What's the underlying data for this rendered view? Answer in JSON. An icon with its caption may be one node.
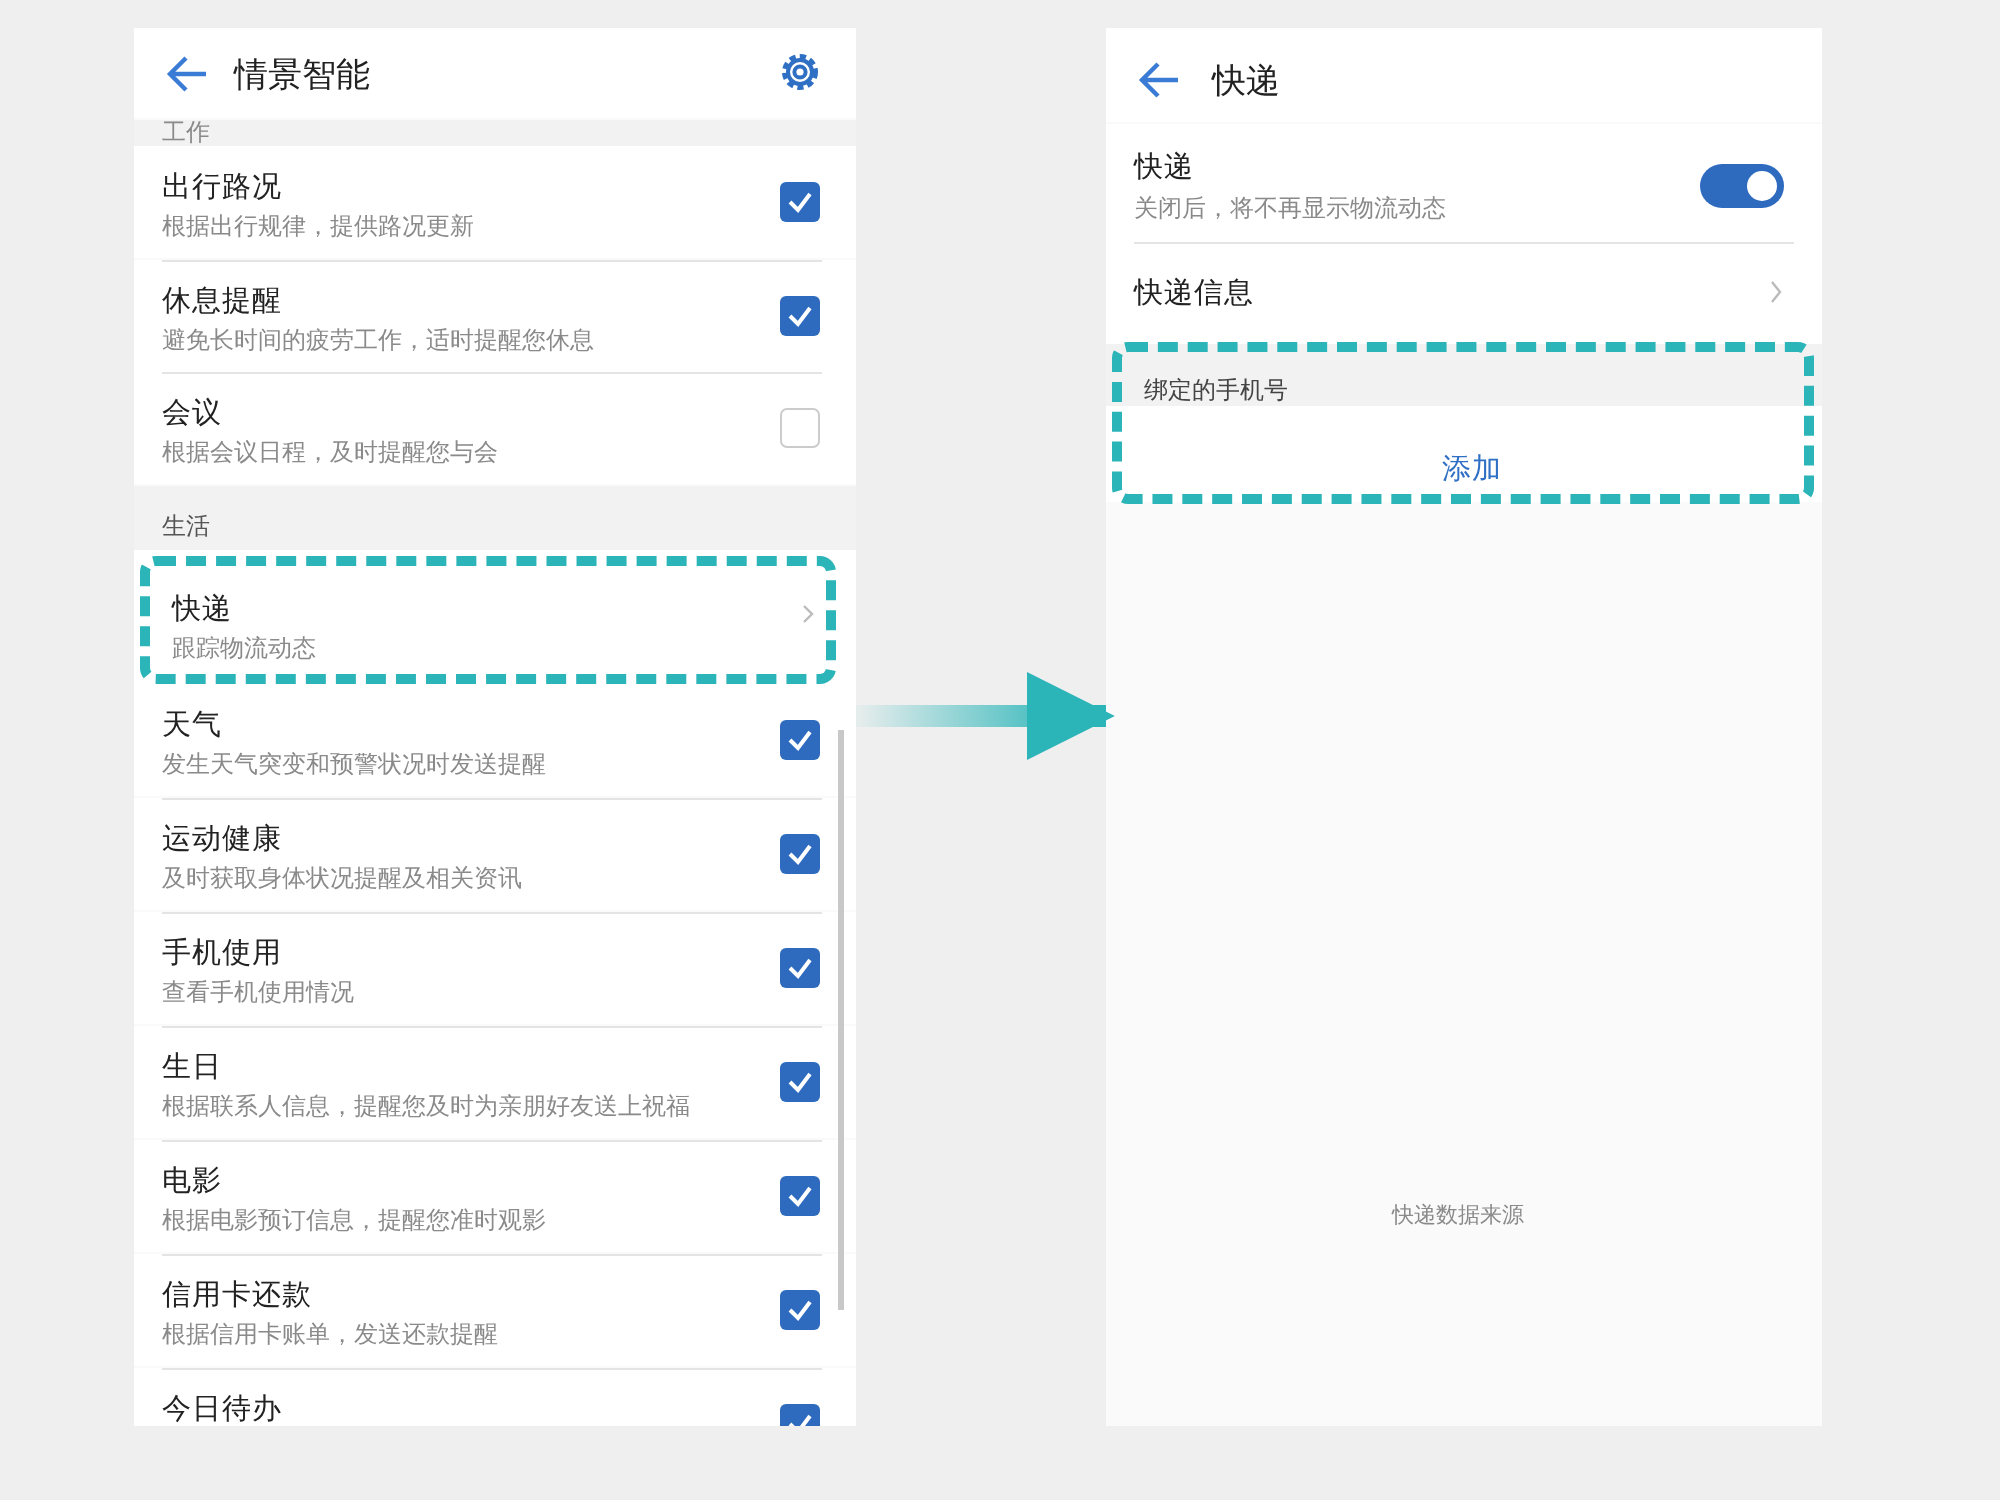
{
  "diagram": {
    "nodes": [
      {
        "text": [
          "情景智能"
        ]
      },
      {
        "text": [
          "快递",
          "跟踪物流动态"
        ],
        "in": 0
      },
      {
        "text": [
          "快递"
        ]
      },
      {
        "text": [
          "绑定的手机号",
          "添加"
        ],
        "in": 2
      }
    ],
    "edges": [
      {
        "from": 0,
        "to": 2,
        "arrow": "to"
      }
    ],
    "labels": [
      "工作",
      "出行路况",
      "根据出行规律，提供路况更新",
      "休息提醒",
      "避免长时间的疲劳工作，适时提醒您休息",
      "会议",
      "根据会议日程，及时提醒您与会",
      "生活",
      "天气",
      "发生天气突变和预警状况时发送提醒",
      "运动健康",
      "及时获取身体状况提醒及相关资讯",
      "手机使用",
      "查看手机使用情况",
      "生日",
      "根据联系人信息，提醒您及时为亲朋好友送上祝福",
      "电影",
      "根据电影预订信息，提醒您准时观影",
      "信用卡还款",
      "根据信用卡账单，发送还款提醒",
      "今日待办",
      "快递",
      "关闭后，将不再显示物流动态",
      "快递信息",
      "快递数据来源"
    ]
  }
}
